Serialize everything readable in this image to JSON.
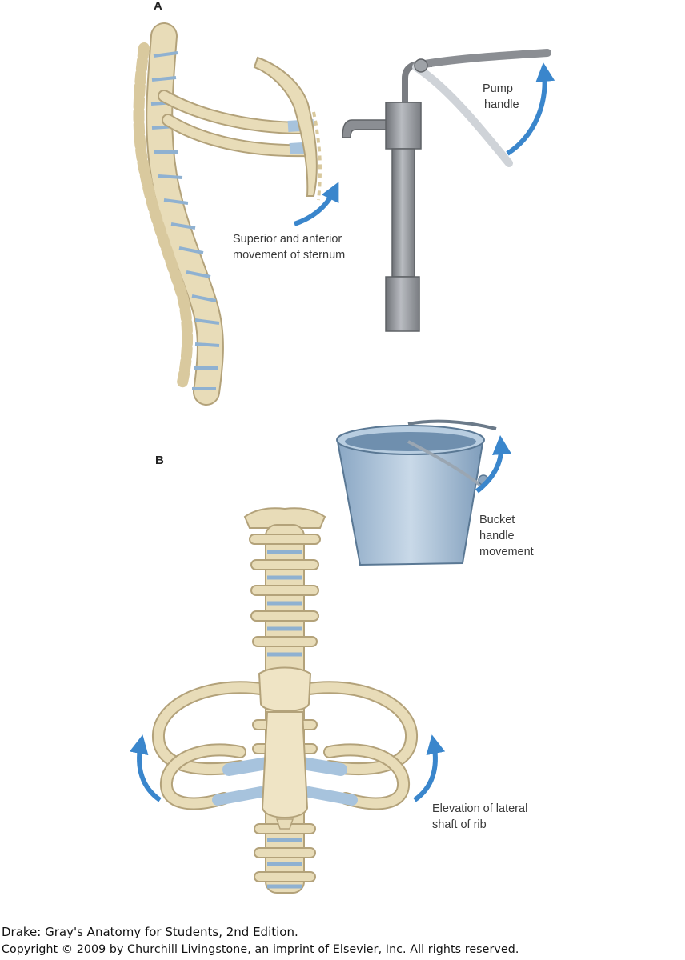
{
  "panels": {
    "a": "A",
    "b": "B"
  },
  "labels": {
    "sternum_line1": "Superior and anterior",
    "sternum_line2": "movement of sternum",
    "pump_line1": "Pump",
    "pump_line2": "handle",
    "bucket_line1": "Bucket",
    "bucket_line2": "handle",
    "bucket_line3": "movement",
    "rib_line1": "Elevation of lateral",
    "rib_line2": "shaft of rib"
  },
  "credits": {
    "line1": "Drake: Gray's Anatomy for Students, 2nd Edition.",
    "line2": "Copyright © 2009 by Churchill Livingstone, an imprint of Elsevier, Inc. All rights reserved."
  },
  "colors": {
    "bone": "#e8dcb8",
    "bone_outline": "#b3a27a",
    "cartilage": "#a7c3dd",
    "arrow": "#3a86cc",
    "pump": "#8b8e93",
    "bucket": "#9fb9d2"
  },
  "icons": {
    "arrow": "curved-arrow-icon"
  }
}
